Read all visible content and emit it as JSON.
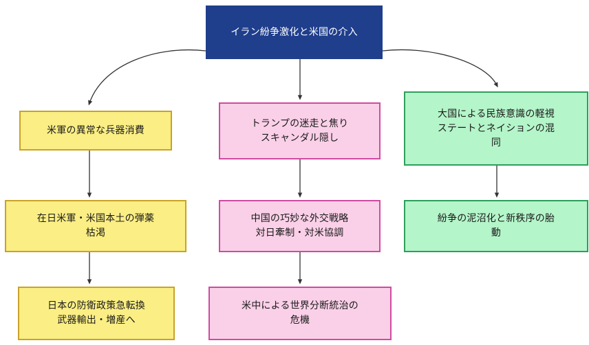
{
  "diagram": {
    "type": "flowchart",
    "title_node": {
      "id": "root",
      "label": "イラン紛争激化と米国の介入",
      "fill": "#1F3E8C",
      "text_color": "#FFFFFF"
    },
    "columns": [
      {
        "id": "col-left",
        "color_name": "yellow",
        "fill": "#FAEE84",
        "stroke": "#C9A227",
        "nodes": [
          {
            "id": "y1",
            "lines": [
              "米軍の異常な兵器消費"
            ]
          },
          {
            "id": "y2",
            "lines": [
              "在日米軍・米国本土の弾薬",
              "枯渇"
            ]
          },
          {
            "id": "y3",
            "lines": [
              "日本の防衛政策急転換",
              "武器輸出・増産へ"
            ]
          }
        ]
      },
      {
        "id": "col-center",
        "color_name": "pink",
        "fill": "#FAD0E8",
        "stroke": "#CE4AA0",
        "nodes": [
          {
            "id": "p1",
            "lines": [
              "トランプの迷走と焦り",
              "スキャンダル隠し"
            ]
          },
          {
            "id": "p2",
            "lines": [
              "中国の巧妙な外交戦略",
              "対日牽制・対米協調"
            ]
          },
          {
            "id": "p3",
            "lines": [
              "米中による世界分断統治の",
              "危機"
            ]
          }
        ]
      },
      {
        "id": "col-right",
        "color_name": "green",
        "fill": "#B4F5C9",
        "stroke": "#2E9E5B",
        "nodes": [
          {
            "id": "g1",
            "lines": [
              "大国による民族意識の軽視",
              "ステートとネイションの混",
              "同"
            ]
          },
          {
            "id": "g2",
            "lines": [
              "紛争の泥沼化と新秩序の胎",
              "動"
            ]
          }
        ]
      }
    ],
    "edges": [
      {
        "from": "root",
        "to": "y1",
        "style": "curved",
        "arrow": "down"
      },
      {
        "from": "root",
        "to": "p1",
        "style": "straight",
        "arrow": "down"
      },
      {
        "from": "root",
        "to": "g1",
        "style": "curved",
        "arrow": "down"
      },
      {
        "from": "y1",
        "to": "y2",
        "style": "straight",
        "arrow": "down"
      },
      {
        "from": "y2",
        "to": "y3",
        "style": "straight",
        "arrow": "down"
      },
      {
        "from": "p1",
        "to": "p2",
        "style": "straight",
        "arrow": "down"
      },
      {
        "from": "p2",
        "to": "p3",
        "style": "straight",
        "arrow": "down"
      },
      {
        "from": "g1",
        "to": "g2",
        "style": "straight",
        "arrow": "down"
      }
    ],
    "edge_color": "#333333",
    "background": "#FFFFFF"
  }
}
